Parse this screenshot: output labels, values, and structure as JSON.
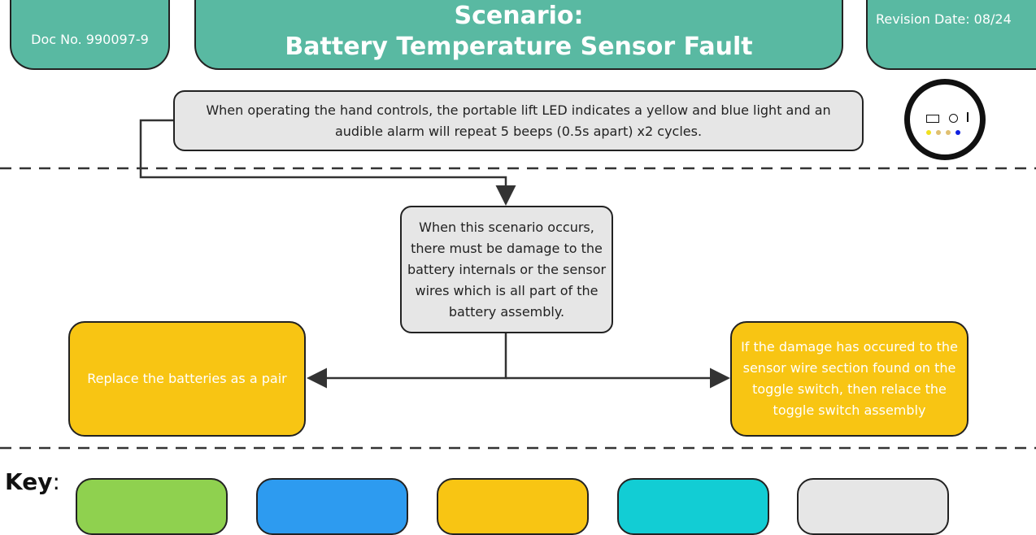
{
  "header": {
    "doc_no": "Doc No. 990097-9",
    "title_line1": "Scenario:",
    "title_line2": "Battery Temperature Sensor Fault",
    "revision": "Revision Date: 08/24"
  },
  "description": "When operating the hand controls, the portable lift LED indicates a yellow and blue light and an audible alarm will repeat 5 beeps (0.5s apart) x2 cycles.",
  "led_indicator": {
    "icons": [
      "battery-icon",
      "power-icon",
      "toggle-icon"
    ],
    "led_colors": [
      "#f0e020",
      "#e0c070",
      "#e0c070",
      "#1020e0"
    ]
  },
  "flow": {
    "center": "When this scenario occurs, there must be damage to the battery internals or the sensor wires which is all part of the battery assembly.",
    "left": "Replace the batteries as a pair",
    "right": "If the  damage has occured to the sensor wire section found on the toggle switch, then relace the toggle switch assembly"
  },
  "key": {
    "label": "Key",
    "colors": [
      "#8fd14f",
      "#2d9bf0",
      "#f8c513",
      "#12cdd4",
      "#e6e6e6"
    ]
  }
}
